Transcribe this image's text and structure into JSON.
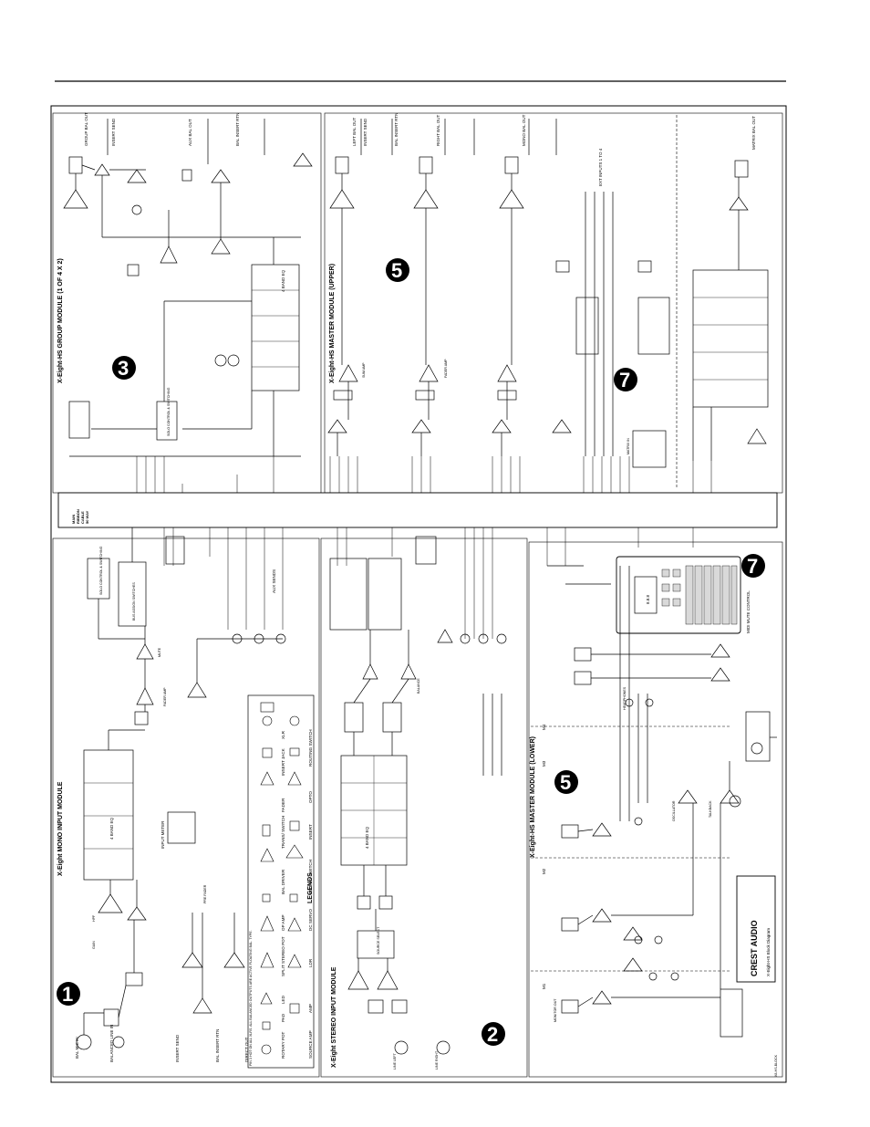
{
  "page": {
    "header_rule": true
  },
  "sections": {
    "mono_input": {
      "number": "1",
      "title": "X-Eight MONO INPUT MODULE"
    },
    "stereo_input": {
      "number": "2",
      "title": "X-Eight STEREO INPUT MODULE"
    },
    "group": {
      "number": "3",
      "title": "X-Eight-HS GROUP MODULE (1 OF 4 X 2)"
    },
    "master_upper": {
      "number": "5",
      "title": "X-Eight-HS MASTER MODULE (UPPER)"
    },
    "master_lower": {
      "number": "5",
      "title": "X-Eight-HS MASTER MODULE (LOWER)"
    },
    "matrix": {
      "number": "7"
    },
    "midi_mute": {
      "number": "7",
      "title": "MIDI MUTE CONTROL"
    }
  },
  "ribbon": {
    "lines": [
      "MAIN",
      "RIBBON",
      "CABLE",
      "50 WAY"
    ]
  },
  "legends": {
    "title": "LEGENDS",
    "items": [
      "ROTARY POT",
      "PAD",
      "LED",
      "SPLIT STEREO POT",
      "OP AMP",
      "BAL DRIVER",
      "TRANS/ SWITCH",
      "FADER",
      "INSERT JACK",
      "XLR",
      "SOURCE AMP",
      "AMP",
      "LDR",
      "DC SERVO",
      "ROTARY SWITCH",
      "INSERT",
      "OPTO",
      "ROUTING SWITCH"
    ],
    "note": "PIN 3 HOT ON ALL XLRS. ALL BALANCED OUTPUTS ARE ACTIVE FLOATING BAL. TYPE."
  },
  "mono_labels": {
    "mic_in": "BAL MIC IN",
    "line_in": "BALANCED LINE IN",
    "insert_send": "INSERT SEND",
    "insert_return": "BAL INSERT RTN",
    "direct_out": "DIRECT OUT",
    "gain": "GAIN",
    "hpf": "HPF",
    "eq": "4 BAND EQ",
    "input_meter": "INPUT METER",
    "pre_fader": "PRE FADER",
    "mute": "MUTE",
    "fader_amp": "FADER AMP",
    "bus_assign": "BUS ASSIGN SWITCHES",
    "aux_sends": "AUX SENDS",
    "solo_control": "SOLO CONTROL & SWITCHING"
  },
  "stereo_labels": {
    "left_in": "LINE LEFT",
    "right_in": "LINE RIGHT",
    "source_select": "SOURCE SELECT",
    "balance": "BALANCE",
    "eq": "4 BAND EQ"
  },
  "master_labels": {
    "left_out": "LEFT BAL OUT",
    "right_out": "RIGHT BAL OUT",
    "mono_out": "MONO BAL OUT",
    "matrix_out": "MATRIX BAL OUT",
    "ext_inputs": "EXT INPUTS 1 TO 4",
    "matrix_in": "MATRIX IN",
    "left_ins_send": "INSERT SEND",
    "left_ins_rtn": "BAL INSERT RTN",
    "sum_amp": "SUM AMP",
    "fader_amp": "FADER AMP"
  },
  "lower_labels": {
    "m1": "M1",
    "m2": "M2",
    "m3": "M3",
    "m4": "M4",
    "phones": "HEADPHONES",
    "talkback": "TALKBACK",
    "osc": "OSCILLATOR",
    "monitor_out": "MONITOR OUT"
  },
  "logo": {
    "brand": "CREST AUDIO",
    "caption": "X-Eight-HS Block Diagram"
  },
  "midi": {
    "display": "8.8.8"
  },
  "footer_ref": "X8-HS-BLOCK"
}
